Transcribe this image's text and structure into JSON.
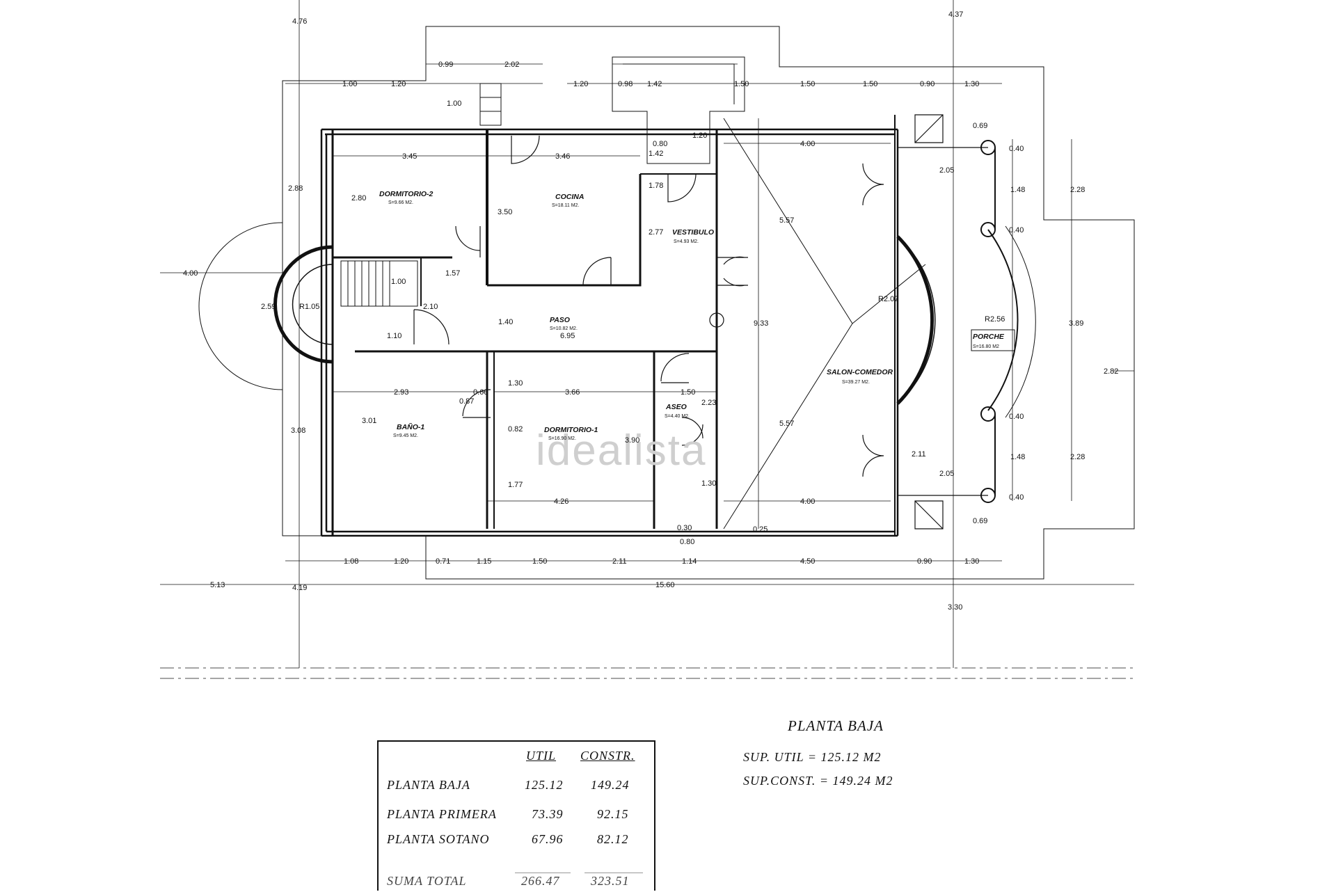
{
  "watermark": "idealista",
  "rooms": [
    {
      "name": "DORMITORIO-2",
      "area": "S=9.66 M2."
    },
    {
      "name": "COCINA",
      "area": "S=18.11 M2."
    },
    {
      "name": "VESTIBULO",
      "area": "S=4.93 M2."
    },
    {
      "name": "PASO",
      "area": "S=10.82 M2."
    },
    {
      "name": "BAÑO-1",
      "area": "S=9.45 M2."
    },
    {
      "name": "DORMITORIO-1",
      "area": "S=16.90 M2."
    },
    {
      "name": "ASEO",
      "area": "S=4.40 M2."
    },
    {
      "name": "SALON-COMEDOR",
      "area": "S=39.27 M2."
    },
    {
      "name": "PORCHE",
      "area": "S=16.80 M2"
    }
  ],
  "dimensions": [
    "4.76",
    "4.37",
    "0.99",
    "2.02",
    "1.20",
    "0.98",
    "1.42",
    "1.50",
    "1.00",
    "1.20",
    "1.50",
    "1.50",
    "0.90",
    "1.30",
    "1.00",
    "0.69",
    "3.45",
    "3.46",
    "4.00",
    "0.40",
    "0.80",
    "1.20",
    "1.42",
    "2.05",
    "2.88",
    "2.80",
    "3.50",
    "1.78",
    "1.48",
    "2.28",
    "2.77",
    "5.57",
    "0.40",
    "4.00",
    "1.57",
    "1.00",
    "2.59",
    "R1.05",
    "2.10",
    "R2.07",
    "R2.56",
    "3.89",
    "1.40",
    "6.95",
    "9.33",
    "1.10",
    "2.82",
    "1.30",
    "2.93",
    "0.60",
    "3.66",
    "1.50",
    "2.23",
    "0.87",
    "3.01",
    "0.82",
    "3.90",
    "5.57",
    "3.08",
    "0.40",
    "2.11",
    "1.48",
    "2.28",
    "2.05",
    "1.77",
    "1.30",
    "4.26",
    "4.00",
    "0.40",
    "0.69",
    "0.30",
    "0.25",
    "0.80",
    "1.08",
    "1.20",
    "0.71",
    "1.15",
    "1.50",
    "2.11",
    "1.14",
    "4.50",
    "0.90",
    "1.30",
    "5.13",
    "4.19",
    "15.60",
    "3.30"
  ],
  "title": "PLANTA BAJA",
  "summary": {
    "util": "SUP. UTIL  =  125.12  M2",
    "const": "SUP.CONST.  =  149.24  M2"
  },
  "areas_table": {
    "headers": [
      "UTIL",
      "CONSTR."
    ],
    "rows": [
      {
        "label": "PLANTA BAJA",
        "util": "125.12",
        "constr": "149.24"
      },
      {
        "label": "PLANTA PRIMERA",
        "util": "73.39",
        "constr": "92.15"
      },
      {
        "label": "PLANTA SOTANO",
        "util": "67.96",
        "constr": "82.12"
      }
    ],
    "total": {
      "label": "SUMA TOTAL",
      "util": "266.47",
      "constr": "323.51"
    }
  }
}
